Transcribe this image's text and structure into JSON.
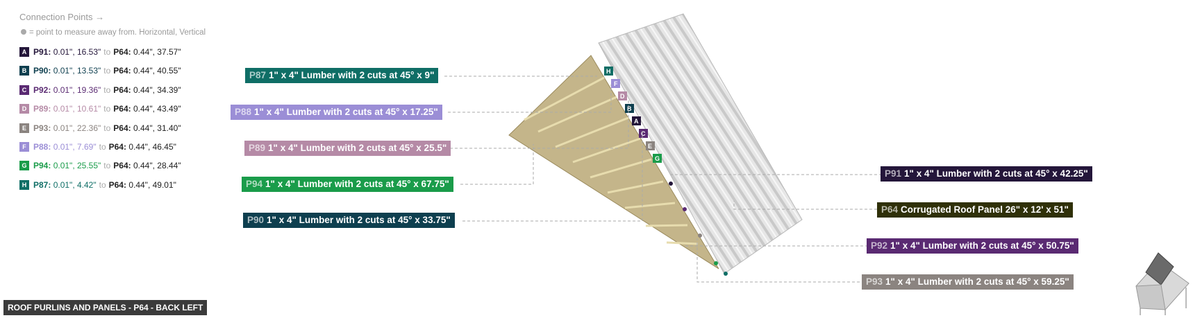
{
  "legend": {
    "title": "Connection Points →",
    "note": "= point to measure away from. Horizontal, Vertical",
    "rows": [
      {
        "badge": "A",
        "color": "#24163a",
        "from_id": "P91:",
        "from_val": "0.01\", 16.53\"",
        "to": "to",
        "to_id": "P64:",
        "to_val": "0.44\", 37.57\""
      },
      {
        "badge": "B",
        "color": "#0e3f4f",
        "from_id": "P90:",
        "from_val": "0.01\", 13.53\"",
        "to": "to",
        "to_id": "P64:",
        "to_val": "0.44\", 40.55\""
      },
      {
        "badge": "C",
        "color": "#5a2a72",
        "from_id": "P92:",
        "from_val": "0.01\", 19.36\"",
        "to": "to",
        "to_id": "P64:",
        "to_val": "0.44\", 34.39\""
      },
      {
        "badge": "D",
        "color": "#b58aa6",
        "from_id": "P89:",
        "from_val": "0.01\", 10.61\"",
        "to": "to",
        "to_id": "P64:",
        "to_val": "0.44\", 43.49\""
      },
      {
        "badge": "E",
        "color": "#8b8480",
        "from_id": "P93:",
        "from_val": "0.01\", 22.36\"",
        "to": "to",
        "to_id": "P64:",
        "to_val": "0.44\", 31.40\""
      },
      {
        "badge": "F",
        "color": "#9b8ed6",
        "from_id": "P88:",
        "from_val": "0.01\", 7.69\"",
        "to": "to",
        "to_id": "P64:",
        "to_val": "0.44\", 46.45\""
      },
      {
        "badge": "G",
        "color": "#1a9c4a",
        "from_id": "P94:",
        "from_val": "0.01\", 25.55\"",
        "to": "to",
        "to_id": "P64:",
        "to_val": "0.44\", 28.44\""
      },
      {
        "badge": "H",
        "color": "#0f6e66",
        "from_id": "P87:",
        "from_val": "0.01\", 4.42\"",
        "to": "to",
        "to_id": "P64:",
        "to_val": "0.44\", 49.01\""
      }
    ]
  },
  "parts": {
    "p87": {
      "id": "P87",
      "desc": "1\" x 4\" Lumber with 2 cuts at 45° x 9\"",
      "color": "#0f6e66"
    },
    "p88": {
      "id": "P88",
      "desc": "1\" x 4\" Lumber with 2 cuts at 45° x 17.25\"",
      "color": "#9b8ed6"
    },
    "p89": {
      "id": "P89",
      "desc": "1\" x 4\" Lumber with 2 cuts at 45° x 25.5\"",
      "color": "#b58aa6"
    },
    "p94": {
      "id": "P94",
      "desc": "1\" x 4\" Lumber with 2 cuts at 45° x 67.75\"",
      "color": "#1a9c4a"
    },
    "p90": {
      "id": "P90",
      "desc": "1\" x 4\" Lumber with 2 cuts at 45° x 33.75\"",
      "color": "#0e3f4f"
    },
    "p91": {
      "id": "P91",
      "desc": "1\" x 4\" Lumber with 2 cuts at 45° x 42.25\"",
      "color": "#24163a"
    },
    "p64": {
      "id": "P64",
      "desc": "Corrugated Roof Panel 26\" x 12' x 51\"",
      "color": "#2f3008"
    },
    "p92": {
      "id": "P92",
      "desc": "1\" x 4\" Lumber with 2 cuts at 45° x 50.75\"",
      "color": "#5a2a72"
    },
    "p93": {
      "id": "P93",
      "desc": "1\" x 4\" Lumber with 2 cuts at 45° x 59.25\"",
      "color": "#8b8480"
    }
  },
  "footer": {
    "title": "ROOF PURLINS AND PANELS - P64 - BACK LEFT"
  }
}
